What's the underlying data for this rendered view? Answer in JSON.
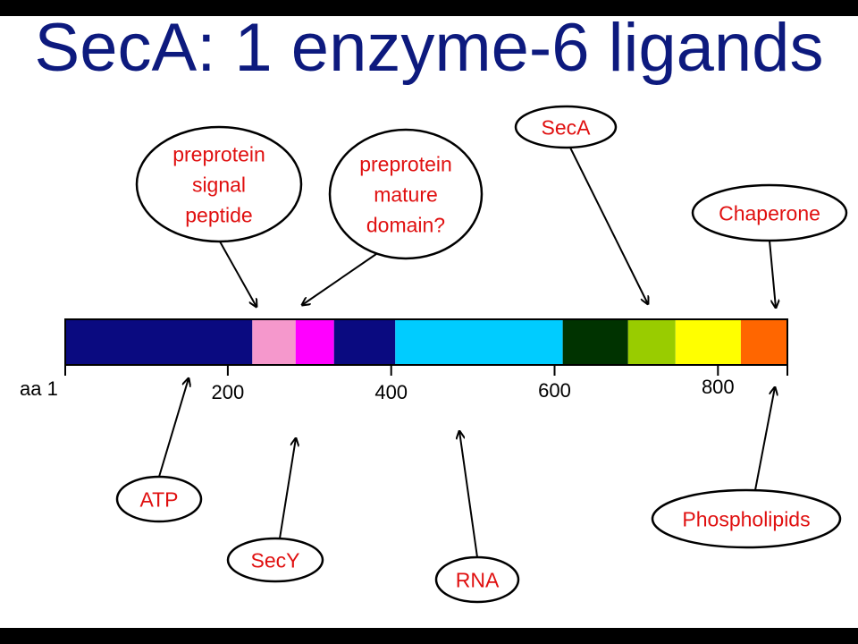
{
  "title": "SecA: 1 enzyme-6 ligands",
  "colors": {
    "title": "#0d1a7e",
    "ligand_text": "#e01010",
    "arrow": "#000000"
  },
  "axis": {
    "start_label": "aa 1",
    "ticks": [
      {
        "value": 200,
        "label": "200"
      },
      {
        "value": 400,
        "label": "400"
      },
      {
        "value": 600,
        "label": "600"
      },
      {
        "value": 800,
        "label": "800"
      }
    ]
  },
  "domains": [
    {
      "start": 1,
      "end": 230,
      "color": "#0a0a80"
    },
    {
      "start": 230,
      "end": 283,
      "color": "#f598cc"
    },
    {
      "start": 283,
      "end": 330,
      "color": "#ff00ff"
    },
    {
      "start": 330,
      "end": 405,
      "color": "#0a0a80"
    },
    {
      "start": 405,
      "end": 610,
      "color": "#00ccff"
    },
    {
      "start": 610,
      "end": 690,
      "color": "#003300"
    },
    {
      "start": 690,
      "end": 748,
      "color": "#99cc00"
    },
    {
      "start": 748,
      "end": 828,
      "color": "#ffff00"
    },
    {
      "start": 828,
      "end": 885,
      "color": "#ff6600"
    }
  ],
  "ligands": [
    {
      "id": "signal-peptide",
      "lines": [
        "preprotein",
        "signal",
        "peptide"
      ]
    },
    {
      "id": "mature-domain",
      "lines": [
        "preprotein",
        "mature",
        "domain?"
      ]
    },
    {
      "id": "seca",
      "lines": [
        "SecA"
      ]
    },
    {
      "id": "chaperone",
      "lines": [
        "Chaperone"
      ]
    },
    {
      "id": "atp",
      "lines": [
        "ATP"
      ]
    },
    {
      "id": "secy",
      "lines": [
        "SecY"
      ]
    },
    {
      "id": "rna",
      "lines": [
        "RNA"
      ]
    },
    {
      "id": "phospholipids",
      "lines": [
        "Phospholipids"
      ]
    }
  ]
}
